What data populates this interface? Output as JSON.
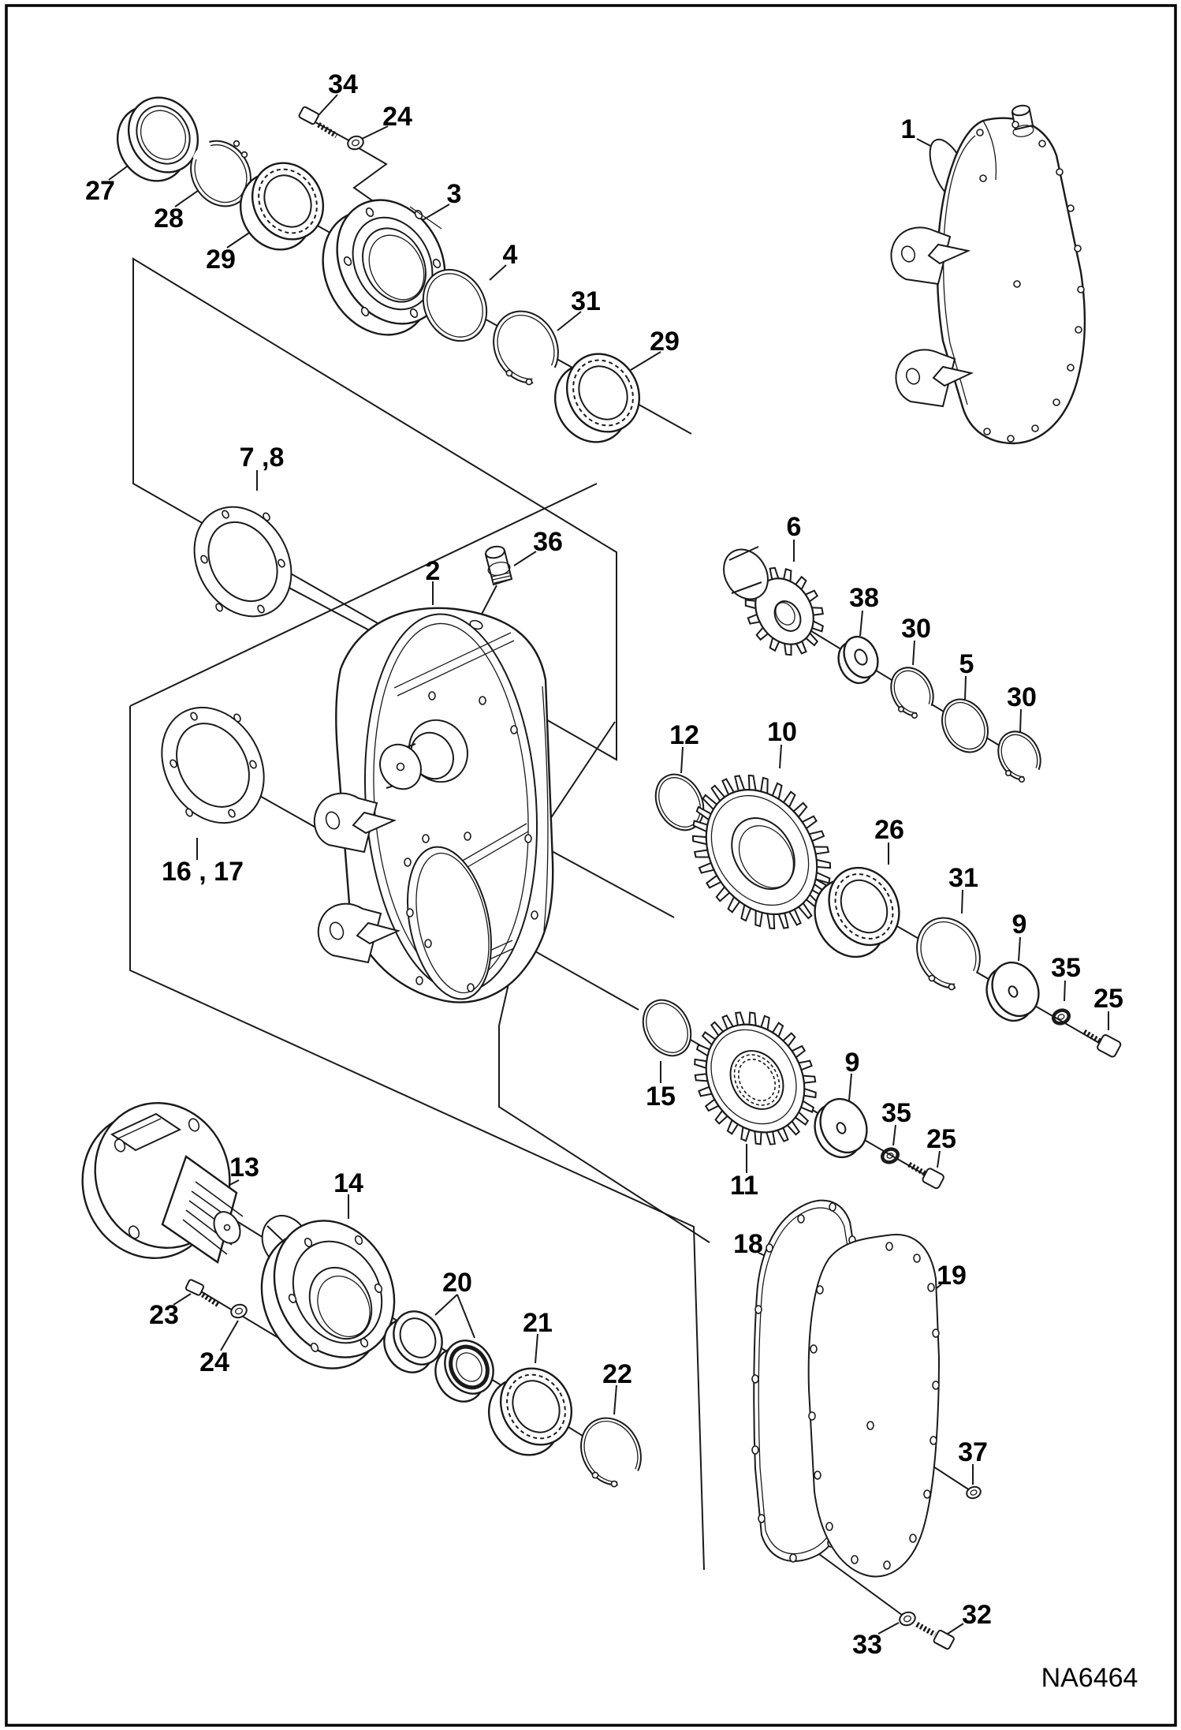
{
  "meta": {
    "kind": "exploded-parts-diagram",
    "drawing_code": "NA6464"
  },
  "colors": {
    "line": "#1a1a1a",
    "background": "#ffffff"
  },
  "callouts": {
    "c1": "1",
    "c2": "2",
    "c3": "3",
    "c4": "4",
    "c5": "5",
    "c6": "6",
    "c7_8": "7 ,8",
    "c9a": "9",
    "c9b": "9",
    "c10": "10",
    "c11": "11",
    "c12": "12",
    "c13": "13",
    "c14": "14",
    "c15": "15",
    "c16_17": "16 , 17",
    "c18": "18",
    "c19": "19",
    "c20": "20",
    "c21": "21",
    "c22": "22",
    "c23": "23",
    "c24a": "24",
    "c24b": "24",
    "c25a": "25",
    "c25b": "25",
    "c26": "26",
    "c27": "27",
    "c28": "28",
    "c29a": "29",
    "c29b": "29",
    "c30a": "30",
    "c30b": "30",
    "c31a": "31",
    "c31b": "31",
    "c32": "32",
    "c33": "33",
    "c34": "34",
    "c35a": "35",
    "c35b": "35",
    "c36": "36",
    "c37": "37",
    "c38": "38"
  },
  "footer": {
    "code": "NA6464"
  }
}
